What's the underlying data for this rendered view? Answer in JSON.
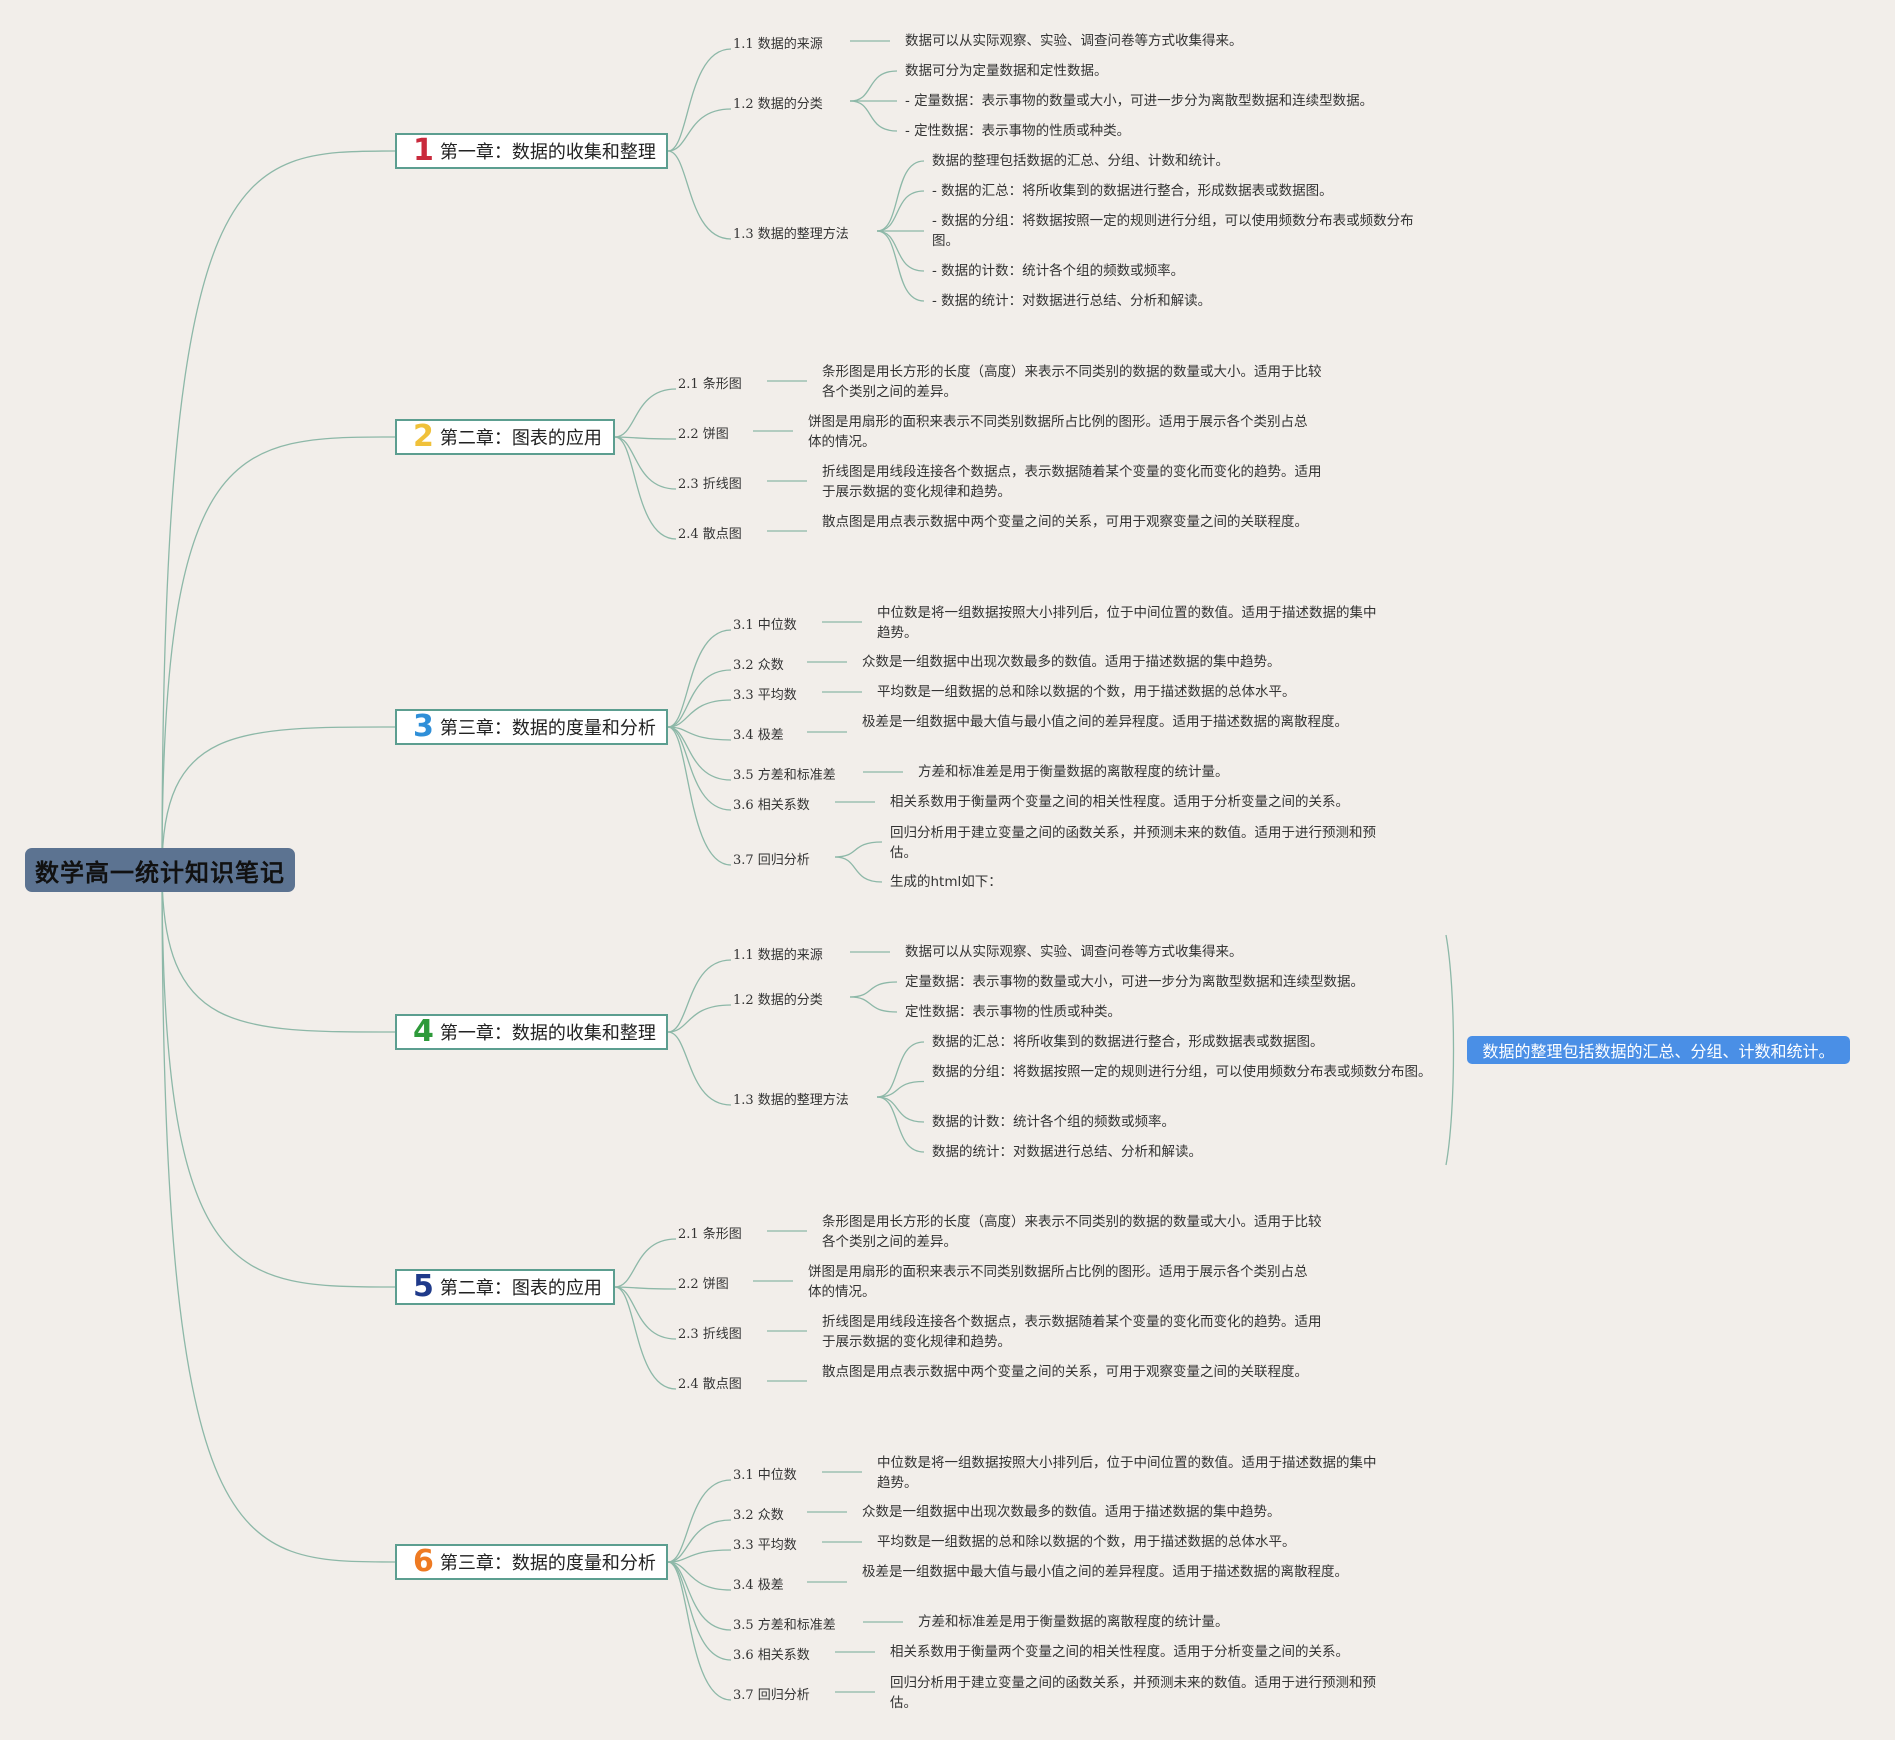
{
  "root": {
    "title": "数学高一统计知识笔记"
  },
  "chapters": [
    {
      "num": "1",
      "color": "#c92a3c",
      "title": "第一章：数据的收集和整理",
      "subs": [
        {
          "label": "1.1 数据的来源",
          "leaves": [
            "数据可以从实际观察、实验、调查问卷等方式收集得来。"
          ]
        },
        {
          "label": "1.2 数据的分类",
          "leaves": [
            "数据可分为定量数据和定性数据。",
            "- 定量数据：表示事物的数量或大小，可进一步分为离散型数据和连续型数据。",
            "- 定性数据：表示事物的性质或种类。"
          ]
        },
        {
          "label": "1.3 数据的整理方法",
          "leaves": [
            "数据的整理包括数据的汇总、分组、计数和统计。",
            "- 数据的汇总：将所收集到的数据进行整合，形成数据表或数据图。",
            "- 数据的分组：将数据按照一定的规则进行分组，可以使用频数分布表或频数分布图。",
            "- 数据的计数：统计各个组的频数或频率。",
            "- 数据的统计：对数据进行总结、分析和解读。"
          ]
        }
      ]
    },
    {
      "num": "2",
      "color": "#f0c13a",
      "title": "第二章：图表的应用",
      "subs": [
        {
          "label": "2.1 条形图",
          "leaves": [
            "条形图是用长方形的长度（高度）来表示不同类别的数据的数量或大小。适用于比较各个类别之间的差异。"
          ]
        },
        {
          "label": "2.2 饼图",
          "leaves": [
            "饼图是用扇形的面积来表示不同类别数据所占比例的图形。适用于展示各个类别占总体的情况。"
          ]
        },
        {
          "label": "2.3 折线图",
          "leaves": [
            "折线图是用线段连接各个数据点，表示数据随着某个变量的变化而变化的趋势。适用于展示数据的变化规律和趋势。"
          ]
        },
        {
          "label": "2.4 散点图",
          "leaves": [
            "散点图是用点表示数据中两个变量之间的关系，可用于观察变量之间的关联程度。"
          ]
        }
      ]
    },
    {
      "num": "3",
      "color": "#2f8fd8",
      "title": "第三章：数据的度量和分析",
      "subs": [
        {
          "label": "3.1 中位数",
          "leaves": [
            "中位数是将一组数据按照大小排列后，位于中间位置的数值。适用于描述数据的集中趋势。"
          ]
        },
        {
          "label": "3.2 众数",
          "leaves": [
            "众数是一组数据中出现次数最多的数值。适用于描述数据的集中趋势。"
          ]
        },
        {
          "label": "3.3 平均数",
          "leaves": [
            "平均数是一组数据的总和除以数据的个数，用于描述数据的总体水平。"
          ]
        },
        {
          "label": "3.4 极差",
          "leaves": [
            "极差是一组数据中最大值与最小值之间的差异程度。适用于描述数据的离散程度。"
          ]
        },
        {
          "label": "3.5 方差和标准差",
          "leaves": [
            "方差和标准差是用于衡量数据的离散程度的统计量。"
          ]
        },
        {
          "label": "3.6 相关系数",
          "leaves": [
            "相关系数用于衡量两个变量之间的相关性程度。适用于分析变量之间的关系。"
          ]
        },
        {
          "label": "3.7 回归分析",
          "leaves": [
            "回归分析用于建立变量之间的函数关系，并预测未来的数值。适用于进行预测和预估。",
            "生成的html如下："
          ]
        }
      ]
    },
    {
      "num": "4",
      "color": "#2e9a3a",
      "title": "第一章：数据的收集和整理",
      "subs": [
        {
          "label": "1.1 数据的来源",
          "leaves": [
            "数据可以从实际观察、实验、调查问卷等方式收集得来。"
          ]
        },
        {
          "label": "1.2 数据的分类",
          "leaves": [
            "定量数据：表示事物的数量或大小，可进一步分为离散型数据和连续型数据。",
            "定性数据：表示事物的性质或种类。"
          ]
        },
        {
          "label": "1.3 数据的整理方法",
          "leaves": [
            "数据的汇总：将所收集到的数据进行整合，形成数据表或数据图。",
            "数据的分组：将数据按照一定的规则进行分组，可以使用频数分布表或频数分布图。",
            "数据的计数：统计各个组的频数或频率。",
            "数据的统计：对数据进行总结、分析和解读。"
          ]
        }
      ]
    },
    {
      "num": "5",
      "color": "#1f3a8a",
      "title": "第二章：图表的应用",
      "subs": [
        {
          "label": "2.1 条形图",
          "leaves": [
            "条形图是用长方形的长度（高度）来表示不同类别的数据的数量或大小。适用于比较各个类别之间的差异。"
          ]
        },
        {
          "label": "2.2 饼图",
          "leaves": [
            "饼图是用扇形的面积来表示不同类别数据所占比例的图形。适用于展示各个类别占总体的情况。"
          ]
        },
        {
          "label": "2.3 折线图",
          "leaves": [
            "折线图是用线段连接各个数据点，表示数据随着某个变量的变化而变化的趋势。适用于展示数据的变化规律和趋势。"
          ]
        },
        {
          "label": "2.4 散点图",
          "leaves": [
            "散点图是用点表示数据中两个变量之间的关系，可用于观察变量之间的关联程度。"
          ]
        }
      ]
    },
    {
      "num": "6",
      "color": "#ee7a22",
      "title": "第三章：数据的度量和分析",
      "subs": [
        {
          "label": "3.1 中位数",
          "leaves": [
            "中位数是将一组数据按照大小排列后，位于中间位置的数值。适用于描述数据的集中趋势。"
          ]
        },
        {
          "label": "3.2 众数",
          "leaves": [
            "众数是一组数据中出现次数最多的数值。适用于描述数据的集中趋势。"
          ]
        },
        {
          "label": "3.3 平均数",
          "leaves": [
            "平均数是一组数据的总和除以数据的个数，用于描述数据的总体水平。"
          ]
        },
        {
          "label": "3.4 极差",
          "leaves": [
            "极差是一组数据中最大值与最小值之间的差异程度。适用于描述数据的离散程度。"
          ]
        },
        {
          "label": "3.5 方差和标准差",
          "leaves": [
            "方差和标准差是用于衡量数据的离散程度的统计量。"
          ]
        },
        {
          "label": "3.6 相关系数",
          "leaves": [
            "相关系数用于衡量两个变量之间的相关性程度。适用于分析变量之间的关系。"
          ]
        },
        {
          "label": "3.7 回归分析",
          "leaves": [
            "回归分析用于建立变量之间的函数关系，并预测未来的数值。适用于进行预测和预估。"
          ]
        }
      ]
    }
  ],
  "callout": {
    "text": "数据的整理包括数据的汇总、分组、计数和统计。"
  }
}
